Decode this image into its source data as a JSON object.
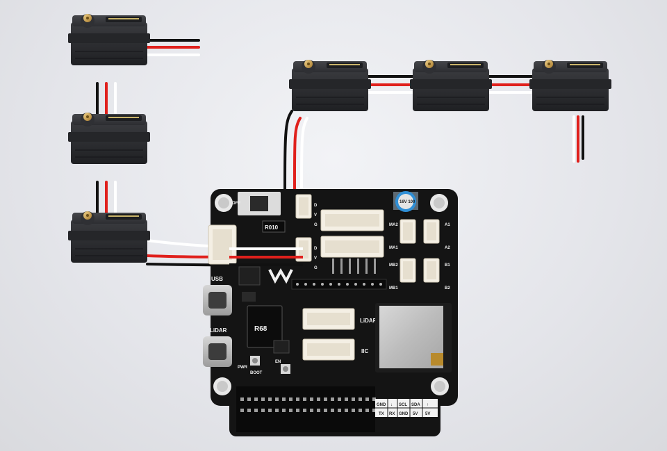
{
  "board": {
    "labels": {
      "usb": "USB",
      "lidar_port": "LiDAR",
      "pwr": "PWR",
      "boot": "BOOT",
      "en": "EN",
      "lidar_header": "LiDAR",
      "iic": "IIC",
      "off": "OFF",
      "r010": "R010",
      "r68": "R68",
      "d": "D",
      "v": "V",
      "g": "G",
      "a1": "A1",
      "a2": "A2",
      "b1": "B1",
      "b2": "B2",
      "ma1": "MA1",
      "ma2": "MA2",
      "mb1": "MB1",
      "mb2": "MB2"
    },
    "pin_table": {
      "row1": [
        "GND",
        "↓",
        "SCL",
        "SDA",
        "↑"
      ],
      "row2": [
        "TX",
        "RX",
        "GND",
        "5V",
        "5V"
      ]
    },
    "capacitor": {
      "text": "16V 100"
    }
  },
  "servos": [
    {
      "name": "servo-left-top"
    },
    {
      "name": "servo-left-middle"
    },
    {
      "name": "servo-left-bottom"
    },
    {
      "name": "servo-top-1"
    },
    {
      "name": "servo-top-2"
    },
    {
      "name": "servo-top-3"
    }
  ],
  "colors": {
    "background": "#e6e7eb",
    "pcb": "#141414",
    "servo_body": "#2a2b2e",
    "wire_red": "#e0201c",
    "wire_black": "#111111",
    "wire_white": "#ffffff",
    "connector": "#f4efe4"
  }
}
